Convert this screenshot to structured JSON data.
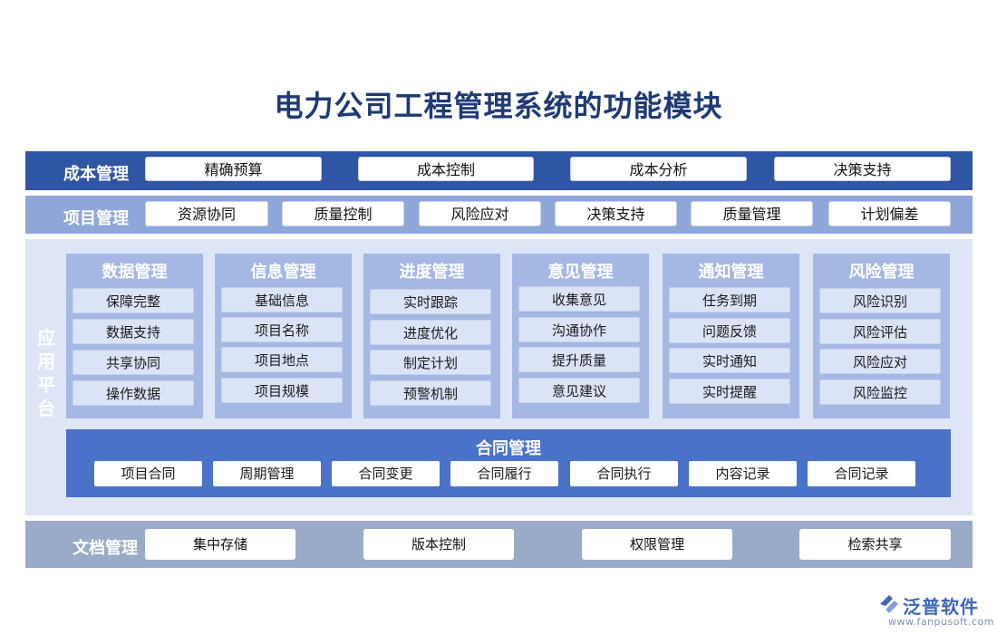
{
  "title": "电力公司工程管理系统的功能模块",
  "cost": {
    "label": "成本管理",
    "items": [
      "精确预算",
      "成本控制",
      "成本分析",
      "决策支持"
    ]
  },
  "project": {
    "label": "项目管理",
    "items": [
      "资源协同",
      "质量控制",
      "风险应对",
      "决策支持",
      "质量管理",
      "计划偏差"
    ]
  },
  "app": {
    "label_chars": [
      "应",
      "用",
      "平",
      "台"
    ],
    "modules": [
      {
        "title": "数据管理",
        "items": [
          "保障完整",
          "数据支持",
          "共享协同",
          "操作数据"
        ]
      },
      {
        "title": "信息管理",
        "items": [
          "基础信息",
          "项目名称",
          "项目地点",
          "项目规模"
        ]
      },
      {
        "title": "进度管理",
        "items": [
          "实时跟踪",
          "进度优化",
          "制定计划",
          "预警机制"
        ]
      },
      {
        "title": "意见管理",
        "items": [
          "收集意见",
          "沟通协作",
          "提升质量",
          "意见建议"
        ]
      },
      {
        "title": "通知管理",
        "items": [
          "任务到期",
          "问题反馈",
          "实时通知",
          "实时提醒"
        ]
      },
      {
        "title": "风险管理",
        "items": [
          "风险识别",
          "风险评估",
          "风险应对",
          "风险监控"
        ]
      }
    ],
    "contract": {
      "title": "合同管理",
      "items": [
        "项目合同",
        "周期管理",
        "合同变更",
        "合同履行",
        "合同执行",
        "内容记录",
        "合同记录"
      ]
    }
  },
  "doc": {
    "label": "文档管理",
    "items": [
      "集中存储",
      "版本控制",
      "权限管理",
      "检索共享"
    ]
  },
  "logo": {
    "name": "泛普软件",
    "url": "www.fanpusoft.com"
  },
  "colors": {
    "title": "#1f3a75",
    "cost_band": "#2f56a5",
    "project_band": "#8fa7d8",
    "app_band": "#dde5f6",
    "module": "#a5b8e3",
    "contract": "#4a72c8",
    "doc_band": "#9aabc8"
  }
}
